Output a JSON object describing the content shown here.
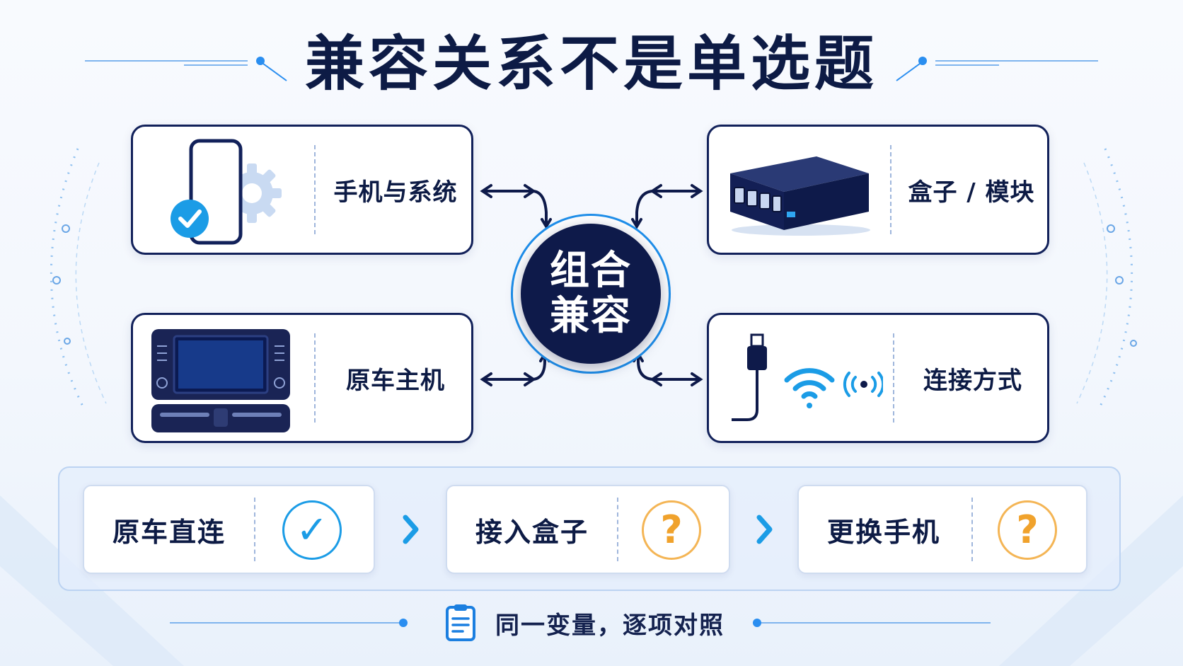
{
  "title": "兼容关系不是单选题",
  "center": {
    "line1": "组合",
    "line2": "兼容"
  },
  "cards": {
    "phone": {
      "label": "手机与系统",
      "icons": [
        "phone-icon",
        "check-badge-icon",
        "gear-icon"
      ]
    },
    "box": {
      "label": "盒子 / 模块",
      "icons": [
        "adapter-box-icon"
      ]
    },
    "head_unit": {
      "label": "原车主机",
      "icons": [
        "car-head-unit-icon"
      ]
    },
    "connection": {
      "label": "连接方式",
      "icons": [
        "usb-cable-icon",
        "wifi-icon",
        "wireless-signal-icon"
      ]
    }
  },
  "steps": [
    {
      "label": "原车直连",
      "status": "✓",
      "status_icon": "check-circle-icon"
    },
    {
      "label": "接入盒子",
      "status": "?",
      "status_icon": "question-circle-icon"
    },
    {
      "label": "更换手机",
      "status": "?",
      "status_icon": "question-circle-icon"
    }
  ],
  "footer": {
    "text": "同一变量，逐项对照",
    "icon": "clipboard-icon"
  },
  "colors": {
    "navy": "#0e1a4a",
    "accent_blue": "#1b9ce6",
    "question_orange": "#f0a22c",
    "panel_border": "#bcd3f2"
  }
}
